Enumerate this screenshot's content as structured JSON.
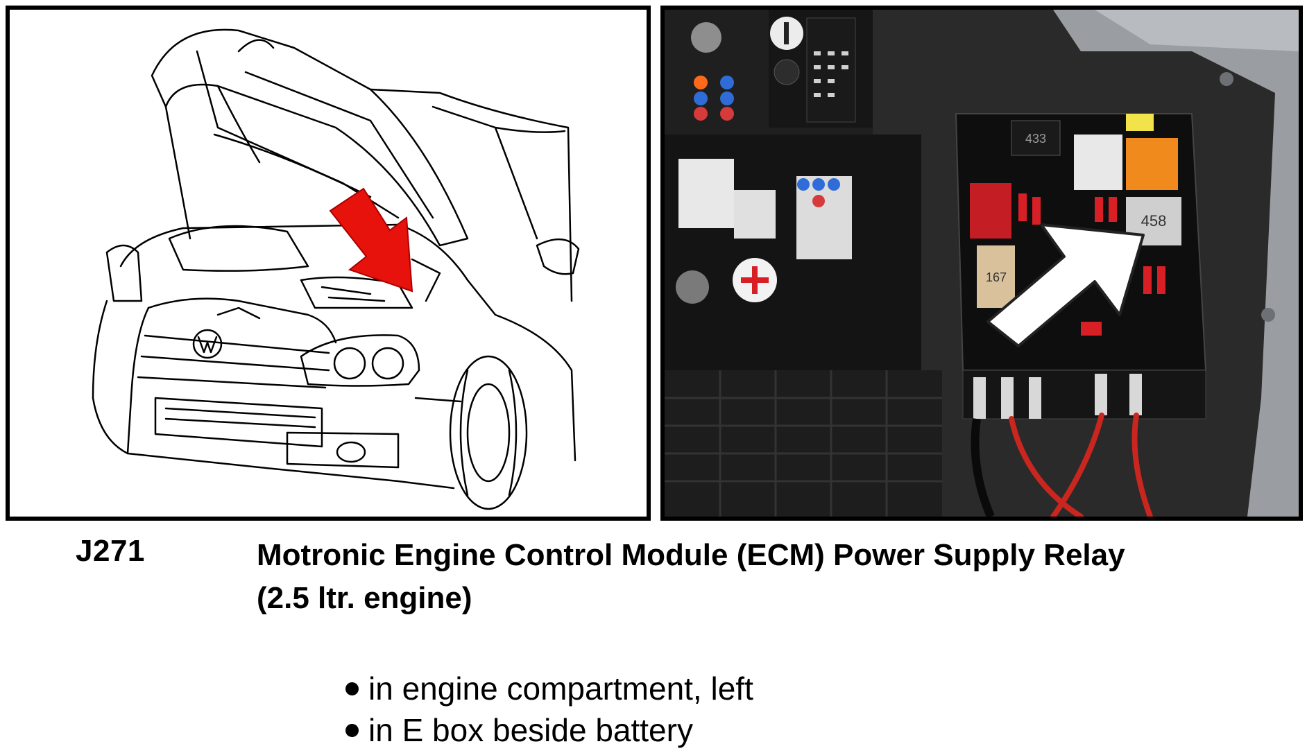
{
  "caption": {
    "code": "J271",
    "title_line1": "Motronic Engine Control Module (ECM) Power Supply Relay",
    "title_line2": "(2.5 ltr. engine)"
  },
  "location_notes": [
    "in engine compartment, left",
    "in E box beside battery"
  ],
  "photo_labels": {
    "relay_number": "458",
    "fuse_box_label_top": "433",
    "fuse_box_label_left": "167"
  },
  "colors": {
    "left_arrow": "#e8120c",
    "right_arrow": "#ffffff",
    "relay_block": "#f08a1c",
    "fuse_red": "#d81f26",
    "cable_red": "#c8261e"
  },
  "icons": {
    "left_arrow": "red-arrow-icon",
    "right_arrow": "white-arrow-icon"
  }
}
